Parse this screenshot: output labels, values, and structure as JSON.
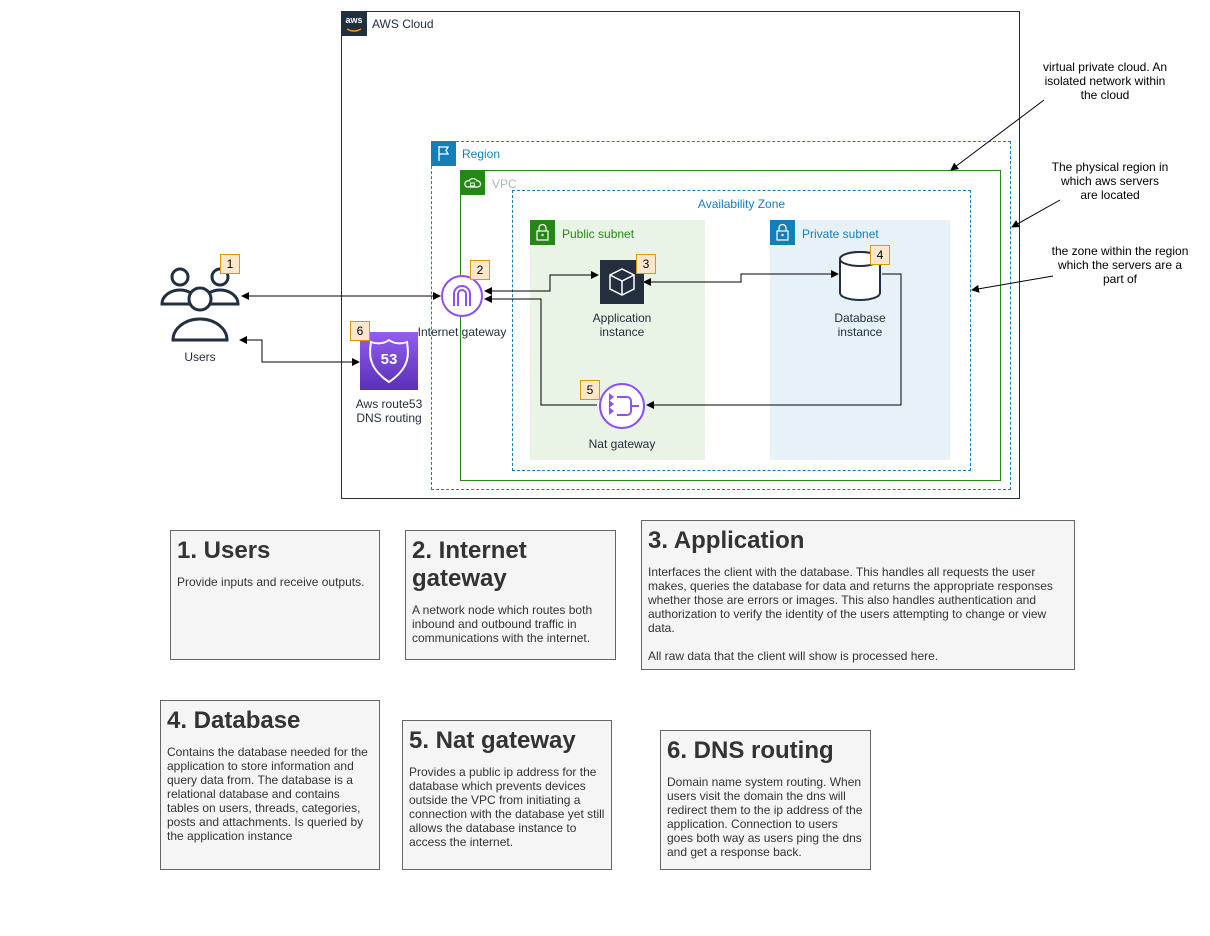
{
  "groups": {
    "aws_cloud": "AWS Cloud",
    "region": "Region",
    "vpc": "VPC",
    "availability_zone": "Availability Zone",
    "public_subnet": "Public subnet",
    "private_subnet": "Private subnet"
  },
  "nodes": {
    "users": "Users",
    "internet_gateway": "Internet gateway",
    "application_instance": "Application\ninstance",
    "database_instance": "Database\ninstance",
    "nat_gateway": "Nat gateway",
    "route53": "Aws route53\nDNS routing"
  },
  "badges": {
    "users": "1",
    "internet_gateway": "2",
    "application": "3",
    "database": "4",
    "nat": "5",
    "route53": "6"
  },
  "annotations": {
    "vpc": "virtual private cloud. An\nisolated network within\nthe cloud",
    "region": "The physical region in\nwhich aws servers\nare located",
    "zone": "the zone within the region\nwhich the servers are a\npart of"
  },
  "route53_icon_text": "53",
  "cards": [
    {
      "title": "1. Users",
      "body": "Provide inputs and receive outputs."
    },
    {
      "title": "2. Internet gateway",
      "body": "A network node which routes both inbound and outbound traffic in communications with the internet."
    },
    {
      "title": "3. Application",
      "body": "Interfaces the client with the database. This handles all requests the user makes, queries the database for data and returns the appropriate responses whether those are errors or images. This also handles authentication and authorization to verify the identity of the users attempting to change or view data.\n\nAll raw data that the client will show is processed here."
    },
    {
      "title": "4. Database",
      "body": "Contains the database needed for the application to store information and query data from. The database is a relational database and contains tables on users, threads, categories, posts and attachments. Is queried by the application instance"
    },
    {
      "title": "5. Nat gateway",
      "body": "Provides a public ip address for the database which prevents devices outside the VPC from initiating a connection with the database yet still allows the database instance to access the internet."
    },
    {
      "title": "6. DNS routing",
      "body": "Domain name system routing. When users visit the domain the dns will redirect them to the ip address of the application. Connection to users goes both way as users ping the dns and get a response back."
    }
  ],
  "colors": {
    "aws_cloud_border": "#232F3E",
    "region_border": "#147EBA",
    "vpc_border": "#248814",
    "public_subnet_fill": "#E9F3E6",
    "private_subnet_fill": "#E6F2F8",
    "gateway_purple": "#8C4FFF",
    "route53_gradient_top": "#945DF2",
    "route53_gradient_bottom": "#5A30B5",
    "badge_fill": "#FFE6CC",
    "badge_border": "#D79B00",
    "card_fill": "#F5F5F5"
  }
}
